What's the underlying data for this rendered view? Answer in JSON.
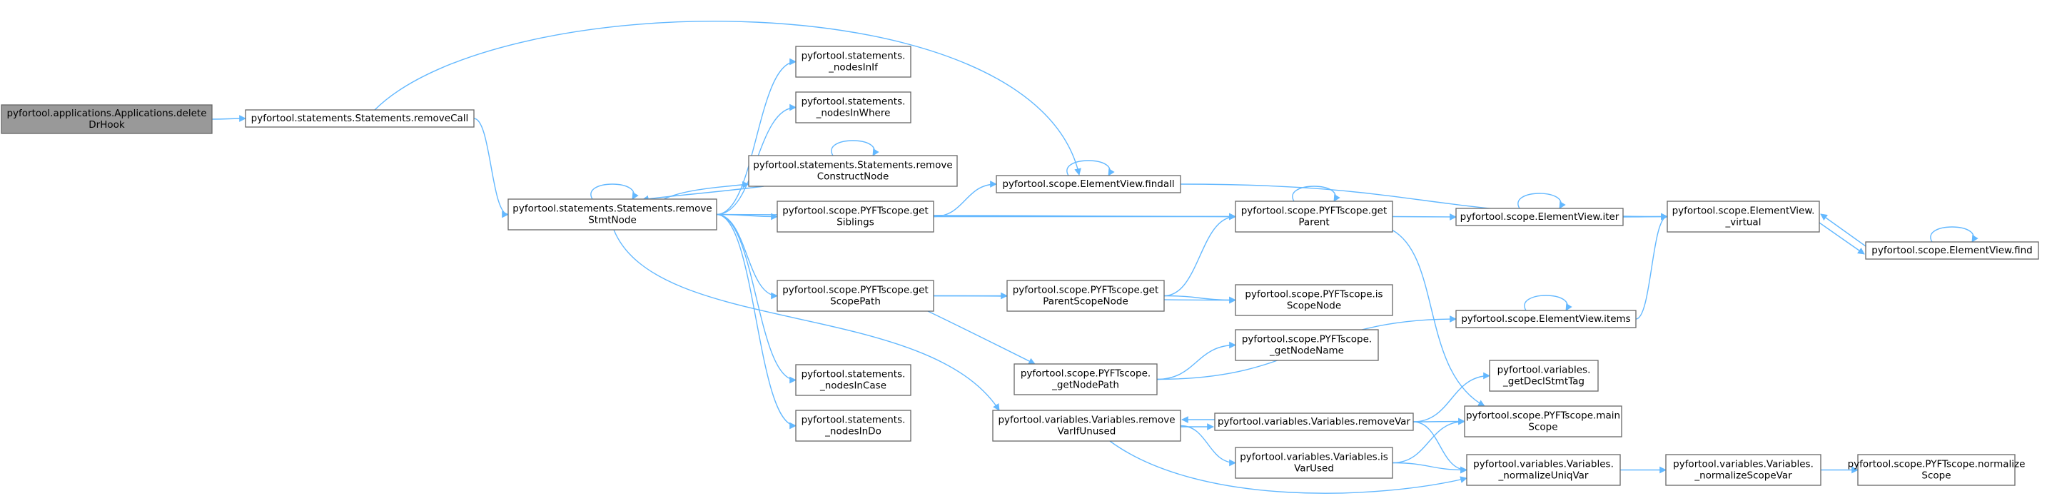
{
  "accent_color": "#63b8ff",
  "root_fill_color": "#999999",
  "nodes": [
    {
      "id": "deleteDrHook",
      "lines": [
        "pyfortool.applications.Applications.delete",
        "DrHook"
      ],
      "root": true
    },
    {
      "id": "removeCall",
      "lines": [
        "pyfortool.statements.Statements.removeCall"
      ]
    },
    {
      "id": "removeStmtNode",
      "lines": [
        "pyfortool.statements.Statements.remove",
        "StmtNode"
      ]
    },
    {
      "id": "nodesInIf",
      "lines": [
        "pyfortool.statements.",
        "_nodesInIf"
      ]
    },
    {
      "id": "nodesInWhere",
      "lines": [
        "pyfortool.statements.",
        "_nodesInWhere"
      ]
    },
    {
      "id": "removeConstructNode",
      "lines": [
        "pyfortool.statements.Statements.remove",
        "ConstructNode"
      ]
    },
    {
      "id": "getSiblings",
      "lines": [
        "pyfortool.scope.PYFTscope.get",
        "Siblings"
      ]
    },
    {
      "id": "getScopePath",
      "lines": [
        "pyfortool.scope.PYFTscope.get",
        "ScopePath"
      ]
    },
    {
      "id": "nodesInCase",
      "lines": [
        "pyfortool.statements.",
        "_nodesInCase"
      ]
    },
    {
      "id": "nodesInDo",
      "lines": [
        "pyfortool.statements.",
        "_nodesInDo"
      ]
    },
    {
      "id": "findall",
      "lines": [
        "pyfortool.scope.ElementView.findall"
      ]
    },
    {
      "id": "getParentScopeNode",
      "lines": [
        "pyfortool.scope.PYFTscope.get",
        "ParentScopeNode"
      ]
    },
    {
      "id": "getNodePath",
      "lines": [
        "pyfortool.scope.PYFTscope.",
        "_getNodePath"
      ]
    },
    {
      "id": "removeVarIfUnused",
      "lines": [
        "pyfortool.variables.Variables.remove",
        "VarIfUnused"
      ]
    },
    {
      "id": "getParent",
      "lines": [
        "pyfortool.scope.PYFTscope.get",
        "Parent"
      ]
    },
    {
      "id": "isScopeNode",
      "lines": [
        "pyfortool.scope.PYFTscope.is",
        "ScopeNode"
      ]
    },
    {
      "id": "getNodeName",
      "lines": [
        "pyfortool.scope.PYFTscope.",
        "_getNodeName"
      ]
    },
    {
      "id": "removeVar",
      "lines": [
        "pyfortool.variables.Variables.removeVar"
      ]
    },
    {
      "id": "isVarUsed",
      "lines": [
        "pyfortool.variables.Variables.is",
        "VarUsed"
      ]
    },
    {
      "id": "iter",
      "lines": [
        "pyfortool.scope.ElementView.iter"
      ]
    },
    {
      "id": "items",
      "lines": [
        "pyfortool.scope.ElementView.items"
      ]
    },
    {
      "id": "getDeclStmtTag",
      "lines": [
        "pyfortool.variables.",
        "_getDeclStmtTag"
      ]
    },
    {
      "id": "mainScope",
      "lines": [
        "pyfortool.scope.PYFTscope.main",
        "Scope"
      ]
    },
    {
      "id": "normalizeUniqVar",
      "lines": [
        "pyfortool.variables.Variables.",
        "_normalizeUniqVar"
      ]
    },
    {
      "id": "virtual",
      "lines": [
        "pyfortool.scope.ElementView.",
        "_virtual"
      ]
    },
    {
      "id": "normalizeScopeVar",
      "lines": [
        "pyfortool.variables.Variables.",
        "_normalizeScopeVar"
      ]
    },
    {
      "id": "find",
      "lines": [
        "pyfortool.scope.ElementView.find"
      ]
    },
    {
      "id": "normalizeScope",
      "lines": [
        "pyfortool.scope.PYFTscope.normalize",
        "Scope"
      ]
    }
  ],
  "edges": [
    [
      "deleteDrHook",
      "removeCall"
    ],
    [
      "removeCall",
      "findall"
    ],
    [
      "removeCall",
      "removeStmtNode"
    ],
    [
      "removeStmtNode",
      "removeStmtNode"
    ],
    [
      "removeStmtNode",
      "nodesInIf"
    ],
    [
      "removeStmtNode",
      "nodesInWhere"
    ],
    [
      "removeStmtNode",
      "removeConstructNode"
    ],
    [
      "removeConstructNode",
      "removeStmtNode"
    ],
    [
      "removeConstructNode",
      "removeConstructNode"
    ],
    [
      "removeStmtNode",
      "getSiblings"
    ],
    [
      "removeStmtNode",
      "getParent"
    ],
    [
      "removeStmtNode",
      "getScopePath"
    ],
    [
      "removeStmtNode",
      "removeVarIfUnused"
    ],
    [
      "removeStmtNode",
      "nodesInCase"
    ],
    [
      "removeStmtNode",
      "nodesInDo"
    ],
    [
      "getSiblings",
      "findall"
    ],
    [
      "getSiblings",
      "getParent"
    ],
    [
      "findall",
      "findall"
    ],
    [
      "findall",
      "virtual"
    ],
    [
      "getScopePath",
      "getParentScopeNode"
    ],
    [
      "getScopePath",
      "isScopeNode"
    ],
    [
      "getScopePath",
      "getNodePath"
    ],
    [
      "getParentScopeNode",
      "getParent"
    ],
    [
      "getParentScopeNode",
      "isScopeNode"
    ],
    [
      "getParent",
      "getParent"
    ],
    [
      "getParent",
      "iter"
    ],
    [
      "getParent",
      "mainScope"
    ],
    [
      "iter",
      "iter"
    ],
    [
      "iter",
      "virtual"
    ],
    [
      "getNodePath",
      "getNodeName"
    ],
    [
      "getNodePath",
      "items"
    ],
    [
      "items",
      "items"
    ],
    [
      "items",
      "virtual"
    ],
    [
      "virtual",
      "find"
    ],
    [
      "find",
      "find"
    ],
    [
      "find",
      "virtual"
    ],
    [
      "removeVarIfUnused",
      "removeVar"
    ],
    [
      "removeVarIfUnused",
      "isVarUsed"
    ],
    [
      "removeVarIfUnused",
      "normalizeUniqVar"
    ],
    [
      "removeVar",
      "removeVarIfUnused"
    ],
    [
      "removeVar",
      "getDeclStmtTag"
    ],
    [
      "removeVar",
      "mainScope"
    ],
    [
      "removeVar",
      "normalizeUniqVar"
    ],
    [
      "isVarUsed",
      "mainScope"
    ],
    [
      "isVarUsed",
      "normalizeUniqVar"
    ],
    [
      "normalizeUniqVar",
      "normalizeScopeVar"
    ],
    [
      "normalizeScopeVar",
      "normalizeScope"
    ]
  ]
}
